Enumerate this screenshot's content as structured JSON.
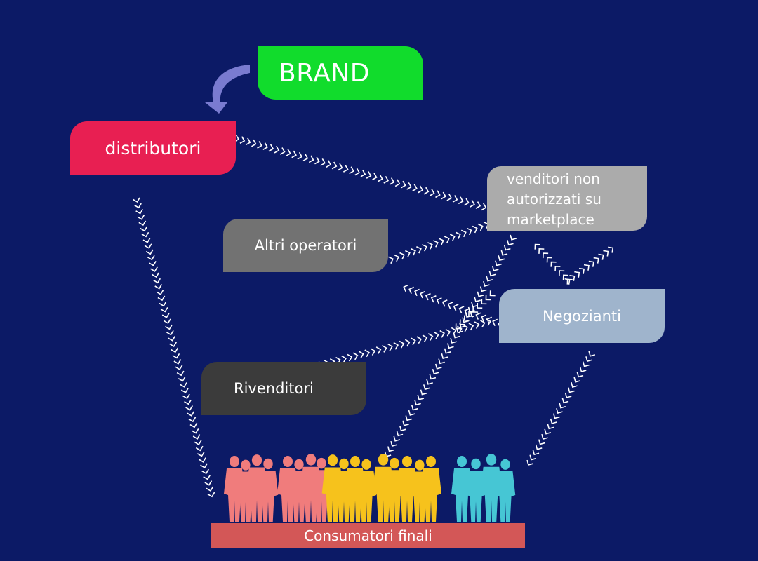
{
  "nodes": {
    "brand": "BRAND",
    "distributori": "distributori",
    "venditori": [
      "venditori non",
      "autorizzati su",
      "marketplace"
    ],
    "altri": "Altri operatori",
    "negozianti": "Negozianti",
    "rivenditori": "Rivenditori",
    "consumatori": "Consumatori finali"
  },
  "colors": {
    "background": "#0c1a66",
    "brand": "#11dc2c",
    "distributori": "#e81f52",
    "venditori": "#ababab",
    "altri": "#727272",
    "negozianti": "#9fb4cc",
    "rivenditori": "#3b3b3b",
    "consumatori": "#d35757",
    "arrows": "#ffffff",
    "curved_arrow": "#7a7bd0",
    "crowd_group_1": "#f07c7c",
    "crowd_group_2": "#f6c21c",
    "crowd_group_3": "#46c6d4"
  },
  "flows": [
    {
      "from": "distributori",
      "to": "venditori"
    },
    {
      "from": "distributori",
      "to": "consumatori"
    },
    {
      "from": "altri",
      "to": "venditori"
    },
    {
      "from": "venditori",
      "to": "consumatori"
    },
    {
      "from": "negozianti",
      "to": "venditori"
    },
    {
      "from": "negozianti",
      "to": "altri"
    },
    {
      "from": "rivenditori",
      "to": "negozianti"
    },
    {
      "from": "negozianti",
      "to": "consumatori"
    },
    {
      "from": "brand",
      "to": "distributori"
    }
  ],
  "icons": [
    "curved-arrow-icon",
    "crowd-icon",
    "chevron-arrow-icon"
  ]
}
